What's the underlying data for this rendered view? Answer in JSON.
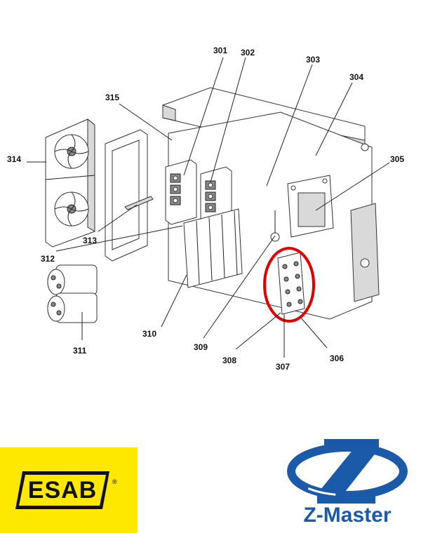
{
  "labels": {
    "l301": "301",
    "l302": "302",
    "l303": "303",
    "l304": "304",
    "l305": "305",
    "l306": "306",
    "l307": "307",
    "l308": "308",
    "l309": "309",
    "l310": "310",
    "l311": "311",
    "l312": "312",
    "l313": "313",
    "l314": "314",
    "l315": "315"
  },
  "logos": {
    "esab": "ESAB",
    "esab_registered": "®",
    "esab_color": "#FFE800",
    "zmaster": "Z-Master",
    "zmaster_color": "#1a5aa8"
  },
  "highlight": {
    "color": "#e10000",
    "target": "307"
  }
}
